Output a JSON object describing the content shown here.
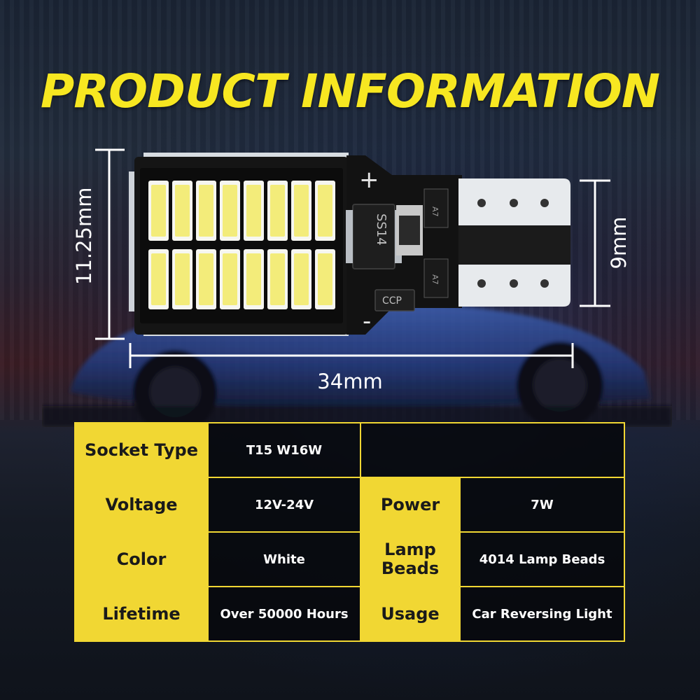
{
  "title": "PRODUCT INFORMATION",
  "dimensions": {
    "length": "34mm",
    "height": "11.25mm",
    "pin_width": "9mm"
  },
  "chip_labels": {
    "diode": "SS14",
    "ccp": "CCP",
    "resistor_top": "A7",
    "resistor_bottom": "A7",
    "plus": "+",
    "minus": "-"
  },
  "specs": {
    "socket_type_label": "Socket Type",
    "socket_type_value": "T15 W16W",
    "voltage_label": "Voltage",
    "voltage_value": "12V-24V",
    "power_label": "Power",
    "power_value": "7W",
    "color_label": "Color",
    "color_value": "White",
    "lamp_beads_label": "Lamp Beads",
    "lamp_beads_value": "4014 Lamp Beads",
    "lifetime_label": "Lifetime",
    "lifetime_value": "Over 50000 Hours",
    "usage_label": "Usage",
    "usage_value": "Car Reversing Light"
  },
  "colors": {
    "accent_yellow": "#f7e721",
    "table_yellow": "#f1d733",
    "led_yellow": "#f3ec7a"
  }
}
